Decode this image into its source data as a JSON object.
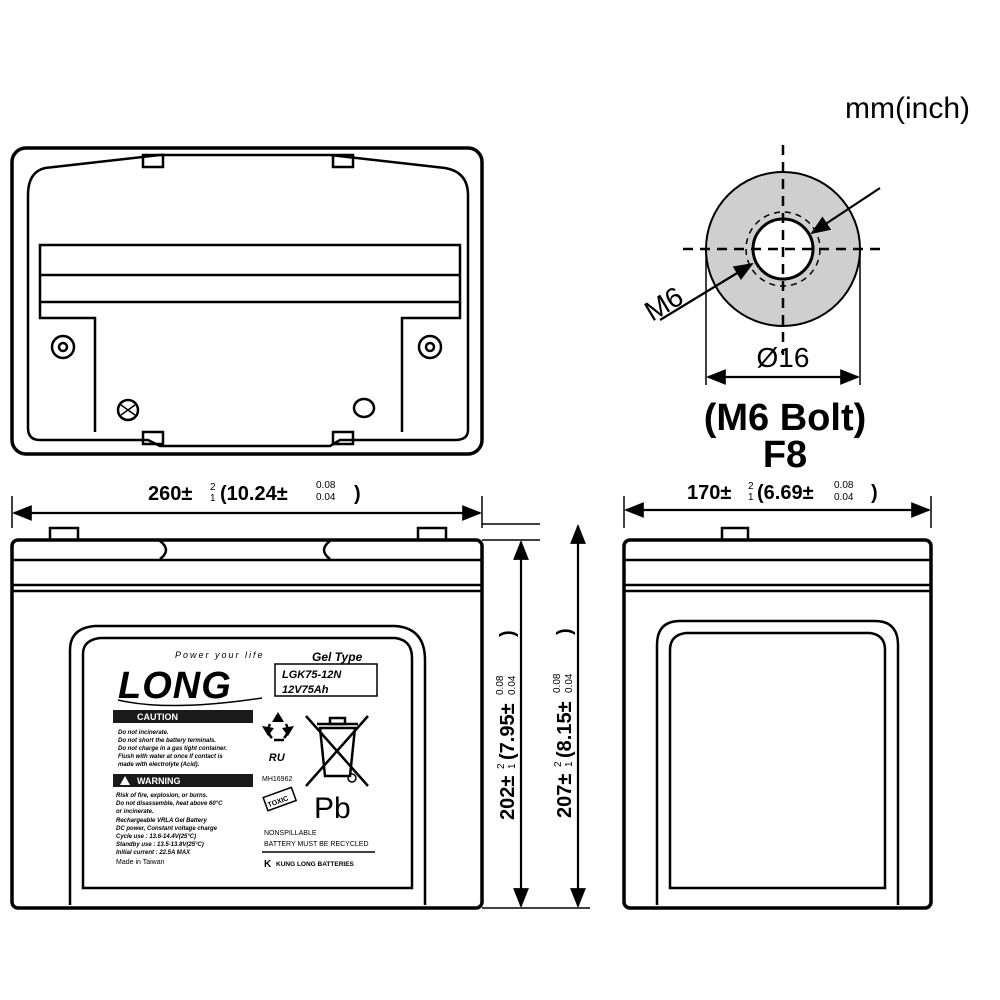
{
  "unit_label": "mm(inch)",
  "terminal": {
    "thread_label": "M6",
    "diameter_label": "Ø16",
    "bolt_label": "(M6 Bolt)",
    "code": "F8"
  },
  "dimensions": {
    "length": {
      "main": "260±",
      "tol_top": "2",
      "tol_bottom": "1",
      "inch": "(10.24±",
      "inch_tol_top": "0.08",
      "inch_tol_bottom": "0.04",
      "close": ")"
    },
    "width": {
      "main": "170±",
      "tol_top": "2",
      "tol_bottom": "1",
      "inch": "(6.69±",
      "inch_tol_top": "0.08",
      "inch_tol_bottom": "0.04",
      "close": ")"
    },
    "height": {
      "main": "202±",
      "tol_top": "2",
      "tol_bottom": "1",
      "inch": "(7.95±",
      "inch_tol_top": "0.08",
      "inch_tol_bottom": "0.04",
      "close": ")"
    },
    "total_height": {
      "main": "207±",
      "tol_top": "2",
      "tol_bottom": "1",
      "inch": "(8.15±",
      "inch_tol_top": "0.08",
      "inch_tol_bottom": "0.04",
      "close": ")"
    }
  },
  "label": {
    "brand": "LONG",
    "slogan": "Power your life",
    "type": "Gel Type",
    "model": "LGK75-12N",
    "rating": "12V75Ah",
    "caution_title": "CAUTION",
    "caution_items": [
      "Do not incinerate.",
      "Do not short the battery terminals.",
      "Do not charge in a gas tight container.",
      "Flush with water at once if contact is",
      "made with electrolyte (Acid)."
    ],
    "warning_title": "WARNING",
    "warning_items": [
      "Risk of fire, explosion, or burns.",
      "Do not disassemble, heat above 60°C",
      "or incinerate.",
      "Rechargeable VRLA Gel Battery",
      "DC power, Constant voltage charge",
      "Cycle use : 13.6-14.4V(25°C)",
      "Standby use : 13.5-13.8V(25°C)",
      "Initial current : 22.5A MAX",
      "Made in Taiwan"
    ],
    "ul_number": "MH16962",
    "pb": "Pb",
    "nonspillable": "NONSPILLABLE",
    "recycle": "BATTERY MUST BE RECYCLED",
    "maker": "KUNG LONG BATTERIES"
  }
}
